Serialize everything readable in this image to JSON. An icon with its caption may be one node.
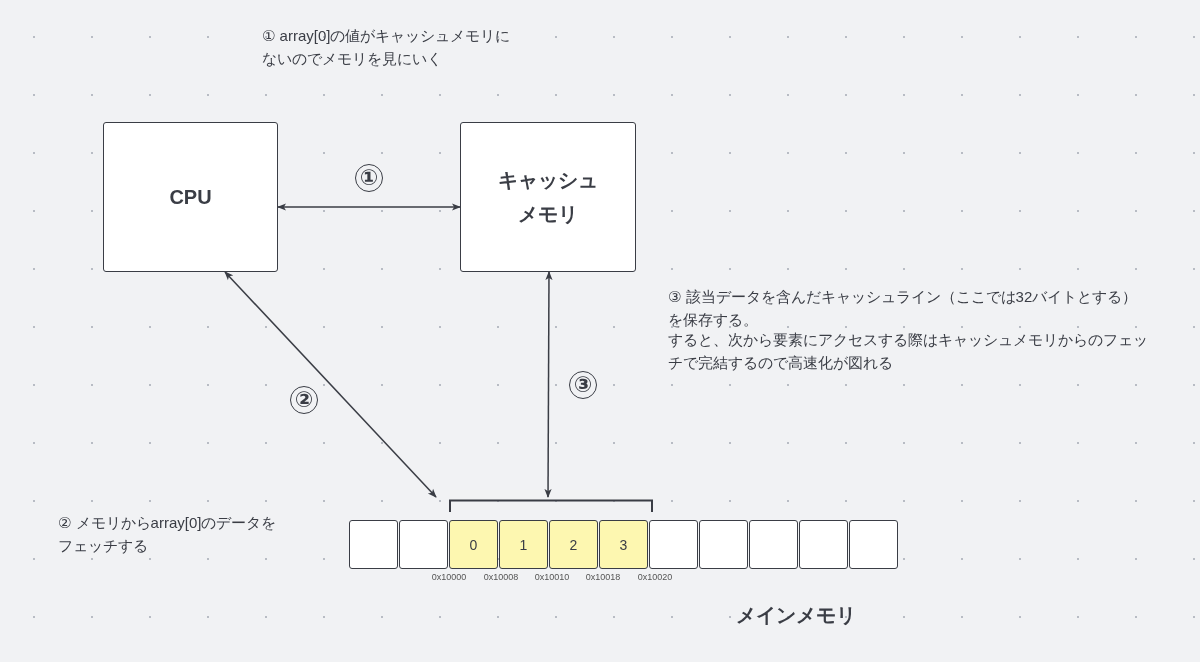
{
  "diagram": {
    "nodes": [
      {
        "text": [
          "CPU"
        ]
      },
      {
        "text": [
          "キャッシュメモリ"
        ]
      },
      {
        "text": [
          "メインメモリ"
        ]
      },
      {
        "text": [],
        "shape": "box",
        "in": 2
      },
      {
        "text": [],
        "shape": "box",
        "in": 2
      },
      {
        "text": [
          "0"
        ],
        "in": 2
      },
      {
        "text": [
          "1"
        ],
        "in": 2
      },
      {
        "text": [
          "2"
        ],
        "in": 2
      },
      {
        "text": [
          "3"
        ],
        "in": 2
      },
      {
        "text": [],
        "shape": "box",
        "in": 2
      },
      {
        "text": [],
        "shape": "box",
        "in": 2
      },
      {
        "text": [],
        "shape": "box",
        "in": 2
      },
      {
        "text": [],
        "shape": "box",
        "in": 2
      },
      {
        "text": [],
        "shape": "box",
        "in": 2
      }
    ],
    "edges": [
      {
        "from": 0,
        "to": 1,
        "arrow": "both",
        "label": "①"
      },
      {
        "from": 0,
        "to": 2,
        "arrow": "both",
        "label": "②"
      },
      {
        "from": 1,
        "to": 2,
        "arrow": "both",
        "label": "③"
      }
    ],
    "labels": [
      "① array[0]の値がキャッシュメモリにないのでメモリを見にいく",
      "③ 該当データを含んだキャッシュライン（ここでは32バイトとする）を保存する。",
      "すると、次から要素にアクセスする際はキャッシュメモリからのフェッチで完結するので高速化が図れる",
      "② メモリからarray[0]のデータをフェッチする",
      "0x10000",
      "0x10008",
      "0x10010",
      "0x10018",
      "0x10020"
    ]
  }
}
